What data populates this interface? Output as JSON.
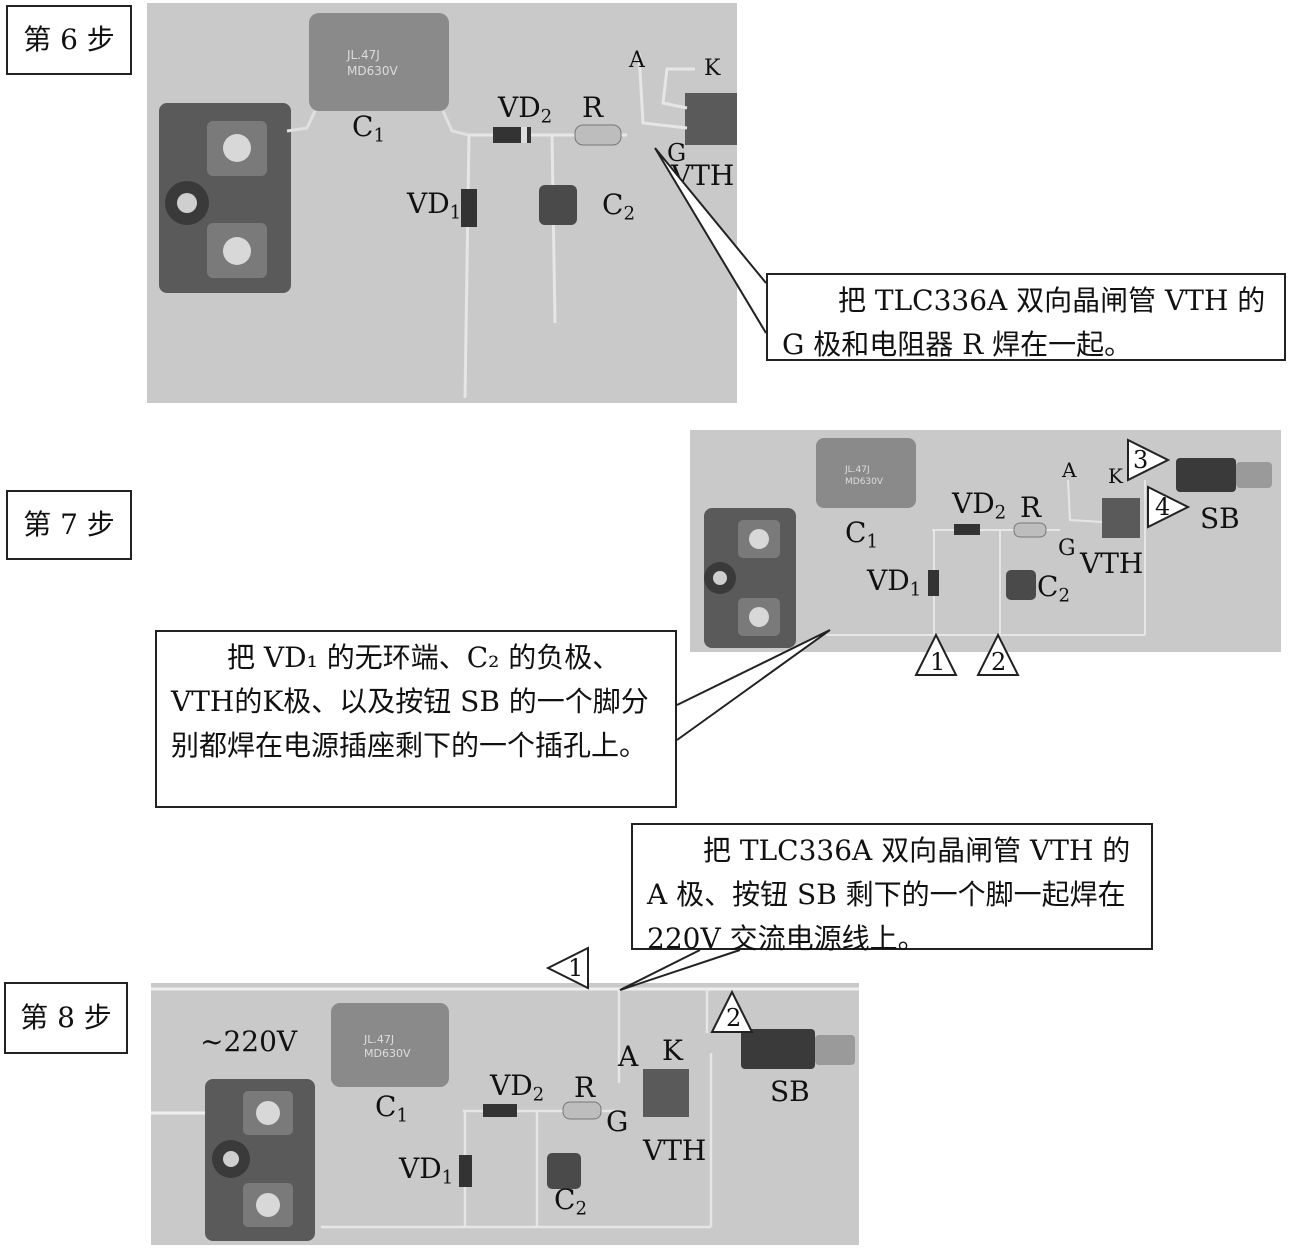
{
  "steps": [
    {
      "label": "第 6 步",
      "labels": {
        "A": "A",
        "K": "K",
        "C": "C",
        "C_sub": "1",
        "VD2": "VD",
        "VD2_sub": "2",
        "R": "R",
        "G": "G",
        "VTH": "VTH",
        "VD1": "VD",
        "VD1_sub": "1",
        "C2": "C",
        "C2_sub": "2"
      },
      "callout": "把 TLC336A 双向晶闸管 VTH 的 G 极和电阻器 R 焊在一起。",
      "capacitor_marking": [
        "JL.47J",
        "MD630V"
      ]
    },
    {
      "label": "第 7 步",
      "labels": {
        "A": "A",
        "K": "K",
        "C": "C",
        "C_sub": "1",
        "VD2": "VD",
        "VD2_sub": "2",
        "R": "R",
        "G": "G",
        "VTH": "VTH",
        "VD1": "VD",
        "VD1_sub": "1",
        "C2": "C",
        "C2_sub": "2",
        "SB": "SB"
      },
      "markers": [
        "1",
        "2",
        "3",
        "4"
      ],
      "callout": "把 VD₁ 的无环端、C₂ 的负极、VTH的K极、以及按钮 SB 的一个脚分别都焊在电源插座剩下的一个插孔上。",
      "capacitor_marking": [
        "JL.47J",
        "MD630V"
      ]
    },
    {
      "label": "第 8 步",
      "labels": {
        "AC": "~220V",
        "A": "A",
        "K": "K",
        "C": "C",
        "C_sub": "1",
        "VD2": "VD",
        "VD2_sub": "2",
        "R": "R",
        "G": "G",
        "VTH": "VTH",
        "VD1": "VD",
        "VD1_sub": "1",
        "C2": "C",
        "C2_sub": "2",
        "SB": "SB"
      },
      "markers": [
        "1",
        "2"
      ],
      "callout": "把 TLC336A 双向晶闸管 VTH 的 A 极、按钮 SB 剩下的一个脚一起焊在 220V 交流电源线上。",
      "capacitor_marking": [
        "JL.47J",
        "MD630V"
      ]
    }
  ],
  "colors": {
    "photo_bg": "#c9c9c9",
    "component_dark": "#555555",
    "capacitor": "#8a8a8a",
    "outline": "#222222"
  }
}
